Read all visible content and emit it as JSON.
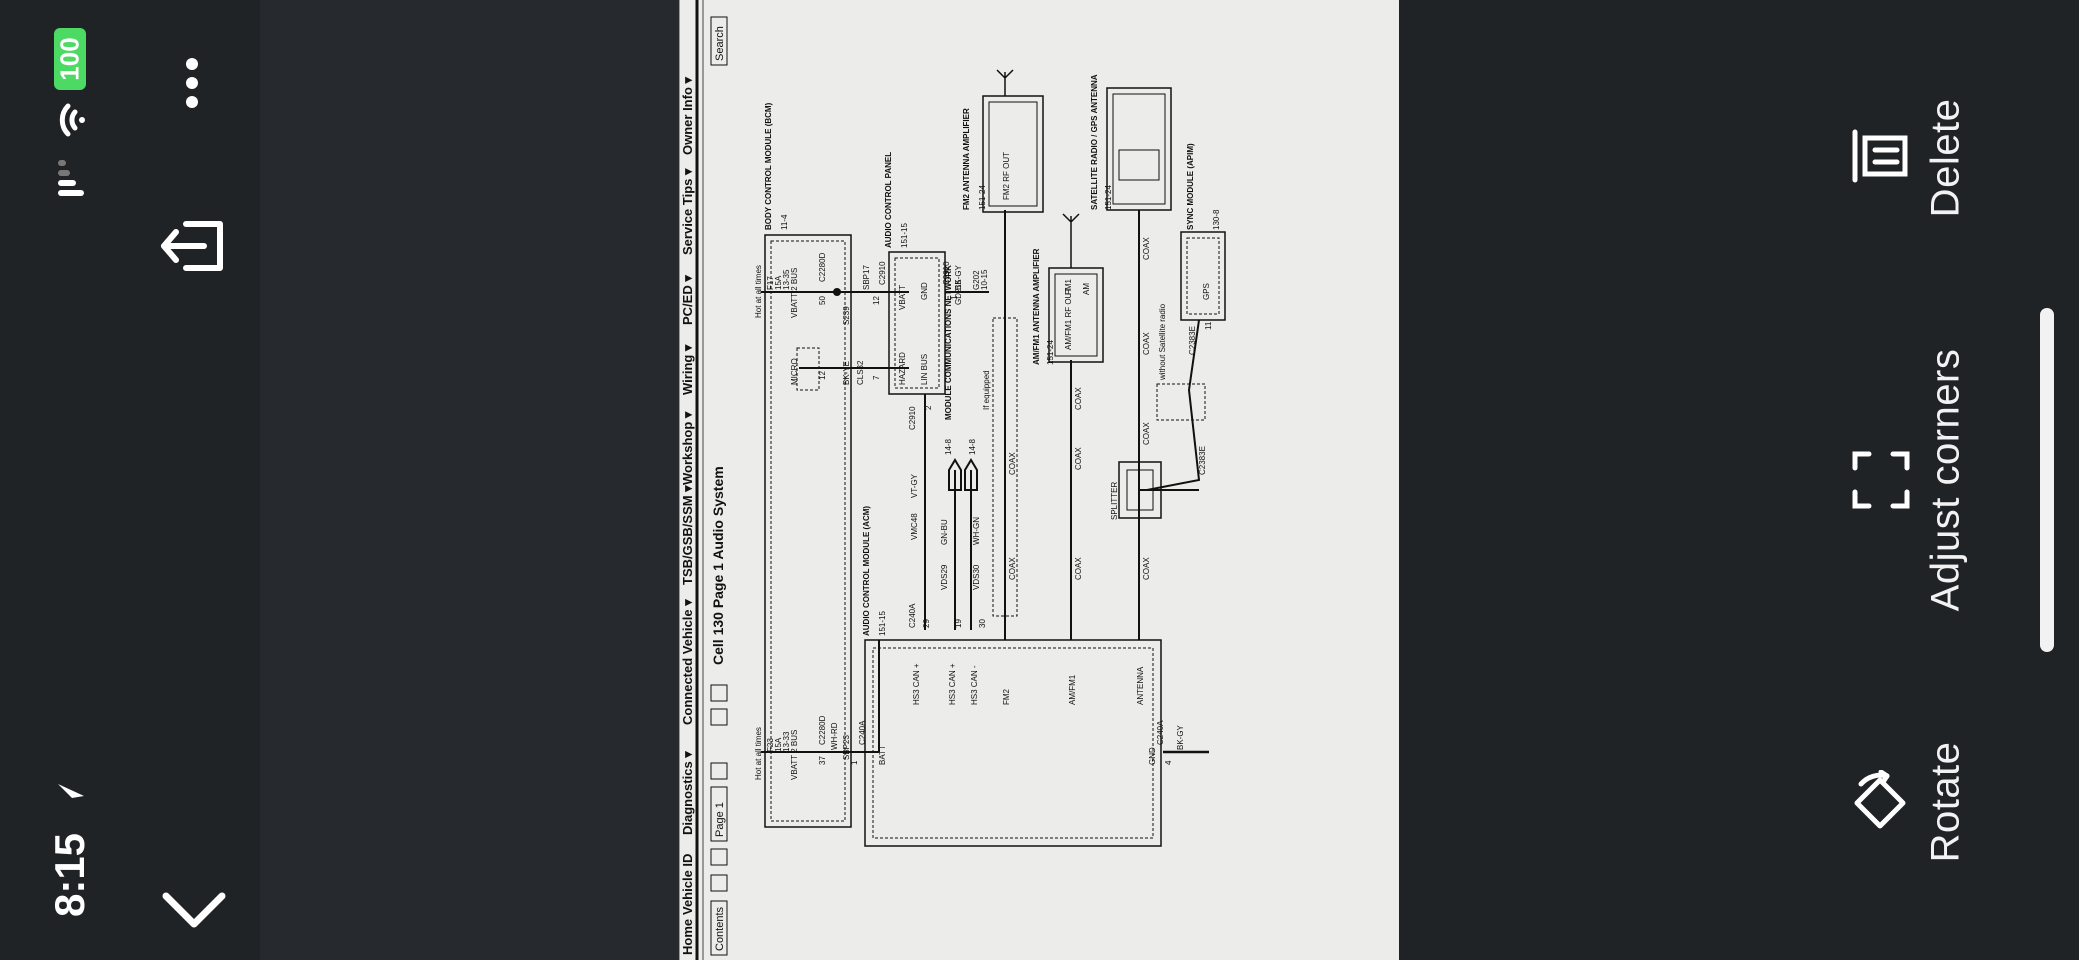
{
  "status_bar": {
    "time": "8:15",
    "battery_level": "100"
  },
  "camera_ui": {
    "rotate_label": "Rotate",
    "adjust_label": "Adjust corners",
    "delete_label": "Delete"
  },
  "document": {
    "nav": {
      "items": [
        "Home",
        "Vehicle ID",
        "Diagnostics ▾",
        "Connected Vehicle ▾",
        "TSB/GSB/SSM ▾",
        "Workshop ▾",
        "Wiring ▾",
        "PC/ED ▾",
        "Service Tips ▾",
        "Owner Info ▾"
      ],
      "contents_label": "Contents",
      "page_select": "Page 1",
      "title": "Cell 130 Page 1 Audio System",
      "search_label": "Search"
    },
    "diagram": {
      "bcm_label": "BODY CONTROL MODULE (BCM)",
      "bcm_ref": "11-4",
      "hot_at_all_times_1": "Hot at all times",
      "hot_at_all_times_2": "Hot at all times",
      "fuse_f17": "F17",
      "fuse_f17_amp": "15A",
      "fuse_f17_ref": "13-35",
      "fuse_f23": "F23",
      "fuse_f23_amp": "15A",
      "fuse_f23_ref": "13-33",
      "vbatt2_bus_1": "VBATT 2 BUS",
      "vbatt2_bus_2": "VBATT 2 BUS",
      "micro": "MICRO",
      "c2280d_1": "C2280D",
      "c2280d_2": "C2280D",
      "sbp17": "SBP17",
      "sbp23": "SBP23",
      "s239": "S239",
      "cls32": "CLS32",
      "bk_ye": "BK-YE",
      "wh_rd": "WH-RD",
      "c2910_1": "C2910",
      "c2910_2": "C2910",
      "c2910_3": "C2910",
      "acp_label": "AUDIO CONTROL PANEL",
      "acp_ref": "151-15",
      "vbatt": "VBATT",
      "gnd_1": "GND",
      "hazard": "HAZARD",
      "lin_bus": "LIN BUS",
      "bk_gy_1": "BK-GY",
      "g202": "G202",
      "g202_ref": "10-15",
      "gd215": "GD215",
      "acm_label": "AUDIO CONTROL MODULE (ACM)",
      "acm_ref": "151-15",
      "c240a_1": "C240A",
      "c240a_2": "C240A",
      "c240a_3": "C240A",
      "batt": "BATT",
      "hs3_can_plus_1": "HS3 CAN +",
      "hs3_can_plus_2": "HS3 CAN +",
      "hs3_can_minus": "HS3 CAN -",
      "fm2": "FM2",
      "amfm1": "AM/FM1",
      "antenna": "ANTENNA",
      "gnd_2": "GND",
      "vmc48": "VMC48",
      "vt_gy": "VT-GY",
      "vds29": "VDS29",
      "vds30": "VDS30",
      "gn_bu": "GN-BU",
      "wh_gn": "WH-GN",
      "mcn_label": "MODULE COMMUNICATIONS NETWORK",
      "ref_14_8_1": "14-8",
      "ref_14_8_2": "14-8",
      "if_equipped": "If equipped",
      "coax": "COAX",
      "fm2_amp_label": "FM2 ANTENNA AMPLIFIER",
      "fm2_amp_ref": "151-24",
      "fm2_rf_out": "FM2 RF OUT",
      "amfm1_amp_label": "AM/FM1 ANTENNA AMPLIFIER",
      "amfm1_amp_ref": "151-24",
      "amfm1_rf_out": "AM/FM1 RF OUT",
      "fm1": "FM1",
      "am": "AM",
      "sat_label": "SATELLITE RADIO / GPS ANTENNA",
      "sat_ref": "151-24",
      "splitter": "SPLITTER",
      "without_sat": "without Satellite radio",
      "sync_label": "SYNC MODULE (APIM)",
      "sync_ref": "130-8",
      "gps": "GPS",
      "c2383e": "C2383E",
      "c2383e_b": "C2383E",
      "pin_50": "50",
      "pin_12a": "12",
      "pin_12b": "12",
      "pin_7": "7",
      "pin_1": "1",
      "pin_2": "2",
      "pin_37": "37",
      "pin_1b": "1",
      "pin_29": "29",
      "pin_19": "19",
      "pin_30": "30",
      "pin_4": "4",
      "pin_11": "11"
    }
  },
  "colors": {
    "background": "#24272a",
    "paper": "#e8e8e4",
    "battery": "#4cd964",
    "text": "#f2f2f2"
  }
}
